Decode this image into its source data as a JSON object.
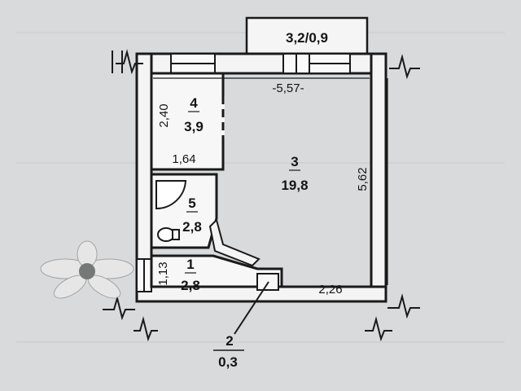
{
  "plan": {
    "balcony": {
      "label": "3,2/0,9"
    },
    "rooms": [
      {
        "number": "4",
        "area": "3,9"
      },
      {
        "number": "3",
        "area": "19,8"
      },
      {
        "number": "5",
        "area": "2,8"
      },
      {
        "number": "1",
        "area": "2,8"
      },
      {
        "number": "2",
        "area": "0,3"
      }
    ],
    "dimensions": {
      "top_width": "-5,57-",
      "right_height": "5,62",
      "room4_height": "2,40",
      "room4_width": "1,64",
      "room1_height": "1,13",
      "bottom_width": "2,26"
    }
  }
}
